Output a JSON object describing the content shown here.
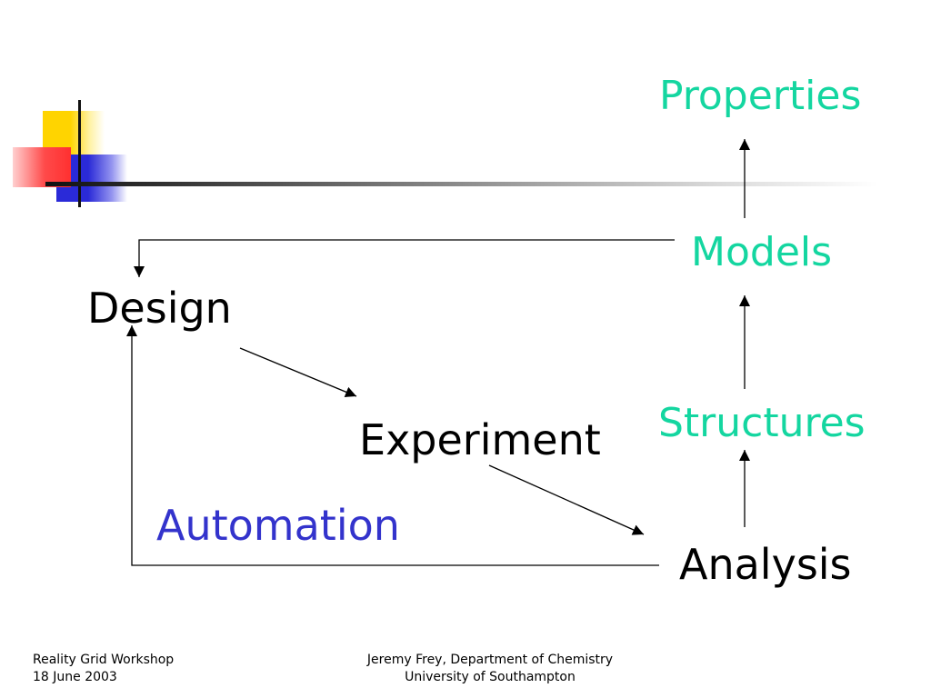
{
  "slide": {
    "nodes": {
      "properties": "Properties",
      "models": "Models",
      "structures": "Structures",
      "design": "Design",
      "experiment": "Experiment",
      "automation": "Automation",
      "analysis": "Analysis"
    },
    "colors": {
      "teal": "#14d6a0",
      "blue": "#3333cc",
      "black": "#000000"
    }
  },
  "footer": {
    "left_line1": "Reality Grid Workshop",
    "left_line2": "18 June 2003",
    "right_line1": "Jeremy Frey, Department of Chemistry",
    "right_line2": "University of Southampton"
  }
}
